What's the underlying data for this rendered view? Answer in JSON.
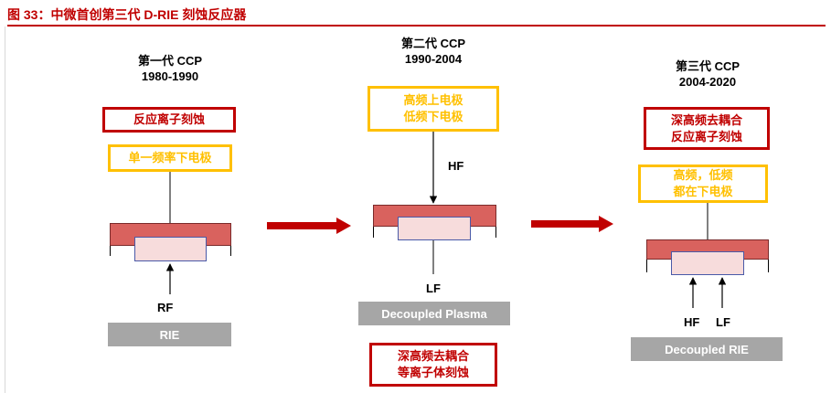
{
  "figure": {
    "title": "图 33：中微首创第三代 D-RIE 刻蚀反应器"
  },
  "gen1": {
    "title_line1": "第一代 CCP",
    "title_line2": "1980-1990",
    "box_red": "反应离子刻蚀",
    "box_yellow": "单一频率下电极",
    "signal": "RF",
    "label": "RIE"
  },
  "gen2": {
    "title_line1": "第二代 CCP",
    "title_line2": "1990-2004",
    "box_yellow_line1": "高频上电极",
    "box_yellow_line2": "低频下电极",
    "signal_top": "HF",
    "signal_bottom": "LF",
    "label": "Decoupled Plasma",
    "box_red_line1": "深高频去耦合",
    "box_red_line2": "等离子体刻蚀"
  },
  "gen3": {
    "title_line1": "第三代 CCP",
    "title_line2": "2004-2020",
    "box_red_line1": "深高频去耦合",
    "box_red_line2": "反应离子刻蚀",
    "box_yellow_line1": "高频，低频",
    "box_yellow_line2": "都在下电极",
    "signal_left": "HF",
    "signal_right": "LF",
    "label": "Decoupled RIE"
  },
  "colors": {
    "accent_red": "#c00000",
    "accent_yellow": "#ffc000",
    "electrode": "#d9625e",
    "wafer": "#f7dcdc",
    "label_gray": "#a6a6a6"
  }
}
